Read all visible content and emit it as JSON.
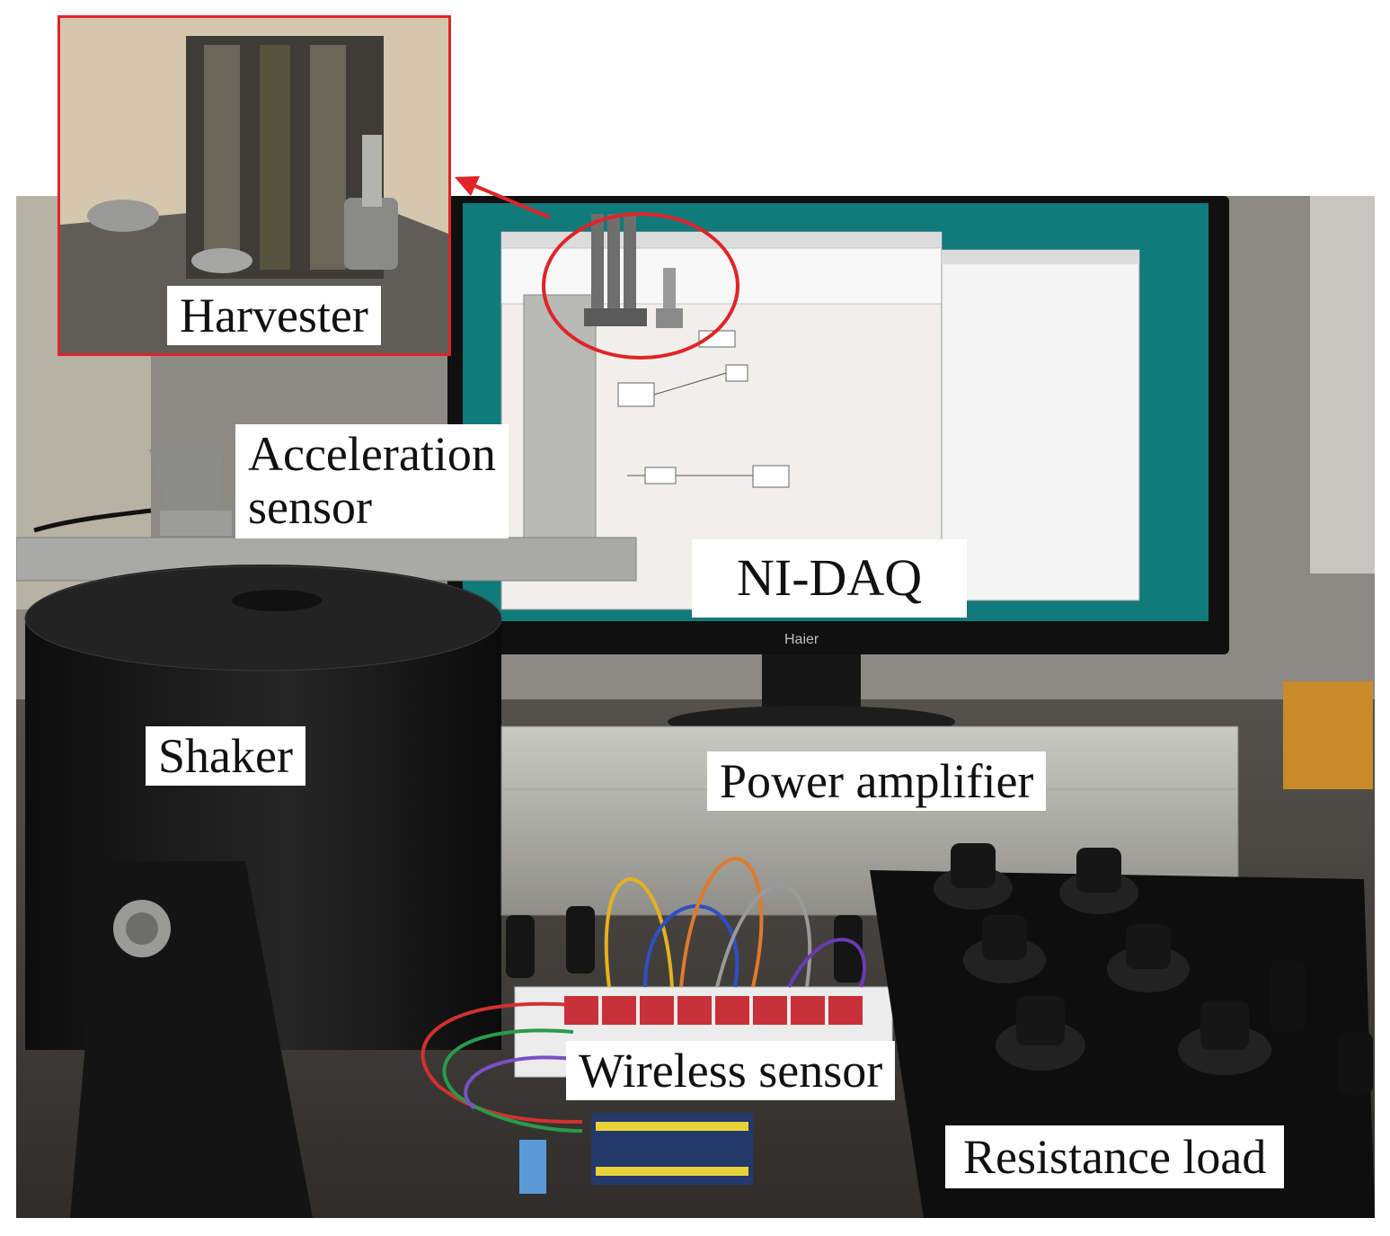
{
  "labels": {
    "harvester": "Harvester",
    "acceleration_sensor_line1": "Acceleration",
    "acceleration_sensor_line2": "sensor",
    "ni_daq": "NI-DAQ",
    "shaker": "Shaker",
    "power_amplifier": "Power amplifier",
    "wireless_sensor": "Wireless sensor",
    "resistance_load": "Resistance load"
  },
  "monitor_brand": "Haier",
  "colors": {
    "callout_red": "#e02428",
    "label_background": "#ffffff",
    "label_text": "#111111",
    "screen_teal": "#117a7a"
  }
}
